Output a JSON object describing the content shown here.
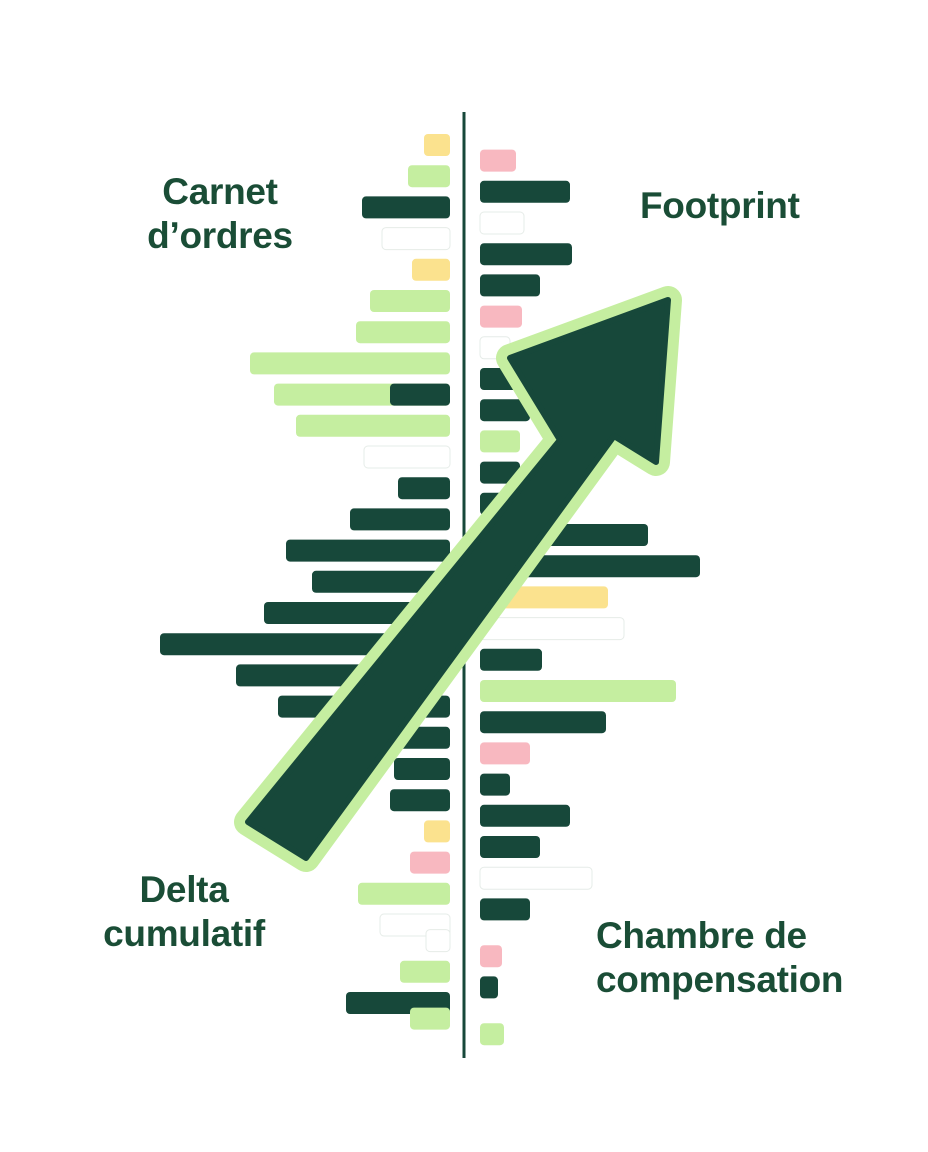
{
  "labels": {
    "top_left": "Carnet d’ordres",
    "top_right": "Footprint",
    "bottom_left": "Delta cumulatif",
    "bottom_right": "Chambre de compensation"
  },
  "colors": {
    "dark_green": "#17483a",
    "light_green": "#c5eea0",
    "yellow": "#fbe28e",
    "pink": "#f8b8c0",
    "white_bar": "#ffffff",
    "text": "#1a4d36",
    "arrow_fill": "#17483a",
    "arrow_outline": "#c5eea0"
  },
  "diagram": {
    "center_line": "vertical-divider",
    "arrow": "diagonal-up-right-arrow",
    "bars": [
      {
        "side": "left",
        "len": 26,
        "color": "yellow"
      },
      {
        "side": "right",
        "len": 36,
        "color": "pink"
      },
      {
        "side": "left",
        "len": 42,
        "color": "light_green"
      },
      {
        "side": "right",
        "len": 90,
        "color": "dark_green"
      },
      {
        "side": "left",
        "len": 88,
        "color": "dark_green"
      },
      {
        "side": "right",
        "len": 44,
        "color": "white_bar"
      },
      {
        "side": "left",
        "len": 68,
        "color": "white_bar"
      },
      {
        "side": "right",
        "len": 92,
        "color": "dark_green"
      },
      {
        "side": "left",
        "len": 38,
        "color": "yellow"
      },
      {
        "side": "right",
        "len": 60,
        "color": "dark_green"
      },
      {
        "side": "left",
        "len": 80,
        "color": "light_green"
      },
      {
        "side": "right",
        "len": 42,
        "color": "pink"
      },
      {
        "side": "left",
        "len": 94,
        "color": "light_green"
      },
      {
        "side": "right",
        "len": 30,
        "color": "white_bar"
      },
      {
        "side": "left",
        "len": 200,
        "color": "light_green"
      },
      {
        "side": "right",
        "len": 50,
        "color": "dark_green"
      },
      {
        "side": "left",
        "len": 176,
        "color": "light_green",
        "inner": {
          "len": 60,
          "color": "dark_green"
        }
      },
      {
        "side": "right",
        "len": 50,
        "color": "dark_green"
      },
      {
        "side": "left",
        "len": 154,
        "color": "light_green"
      },
      {
        "side": "right",
        "len": 40,
        "color": "light_green"
      },
      {
        "side": "left",
        "len": 86,
        "color": "white_bar"
      },
      {
        "side": "right",
        "len": 40,
        "color": "dark_green"
      },
      {
        "side": "left",
        "len": 52,
        "color": "dark_green"
      },
      {
        "side": "right",
        "len": 60,
        "color": "dark_green"
      },
      {
        "side": "left",
        "len": 100,
        "color": "dark_green"
      },
      {
        "side": "right",
        "len": 168,
        "color": "dark_green"
      },
      {
        "side": "left",
        "len": 164,
        "color": "dark_green"
      },
      {
        "side": "right",
        "len": 220,
        "color": "dark_green"
      },
      {
        "side": "left",
        "len": 138,
        "color": "dark_green"
      },
      {
        "side": "right",
        "len": 128,
        "color": "yellow"
      },
      {
        "side": "left",
        "len": 186,
        "color": "dark_green"
      },
      {
        "side": "right",
        "len": 144,
        "color": "white_bar"
      },
      {
        "side": "left",
        "len": 290,
        "color": "dark_green"
      },
      {
        "side": "right",
        "len": 62,
        "color": "dark_green"
      },
      {
        "side": "left",
        "len": 214,
        "color": "dark_green"
      },
      {
        "side": "right",
        "len": 196,
        "color": "light_green"
      },
      {
        "side": "left",
        "len": 172,
        "color": "dark_green"
      },
      {
        "side": "right",
        "len": 126,
        "color": "dark_green"
      },
      {
        "side": "left",
        "len": 60,
        "color": "dark_green"
      },
      {
        "side": "right",
        "len": 50,
        "color": "pink"
      },
      {
        "side": "left",
        "len": 56,
        "color": "dark_green"
      },
      {
        "side": "right",
        "len": 30,
        "color": "dark_green"
      },
      {
        "side": "left",
        "len": 60,
        "color": "dark_green"
      },
      {
        "side": "right",
        "len": 90,
        "color": "dark_green"
      },
      {
        "side": "left",
        "len": 26,
        "color": "yellow"
      },
      {
        "side": "right",
        "len": 60,
        "color": "dark_green"
      },
      {
        "side": "left",
        "len": 40,
        "color": "pink"
      },
      {
        "side": "right",
        "len": 112,
        "color": "white_bar"
      },
      {
        "side": "left",
        "len": 92,
        "color": "light_green"
      },
      {
        "side": "right",
        "len": 50,
        "color": "dark_green"
      },
      {
        "side": "left",
        "len": 70,
        "color": "white_bar"
      },
      {
        "side": "left",
        "len": 24,
        "color": "white_bar"
      },
      {
        "side": "right",
        "len": 22,
        "color": "pink"
      },
      {
        "side": "left",
        "len": 50,
        "color": "light_green"
      },
      {
        "side": "right",
        "len": 18,
        "color": "dark_green"
      },
      {
        "side": "left",
        "len": 104,
        "color": "dark_green"
      },
      {
        "side": "left",
        "len": 40,
        "color": "light_green"
      },
      {
        "side": "right",
        "len": 24,
        "color": "light_green"
      }
    ]
  }
}
